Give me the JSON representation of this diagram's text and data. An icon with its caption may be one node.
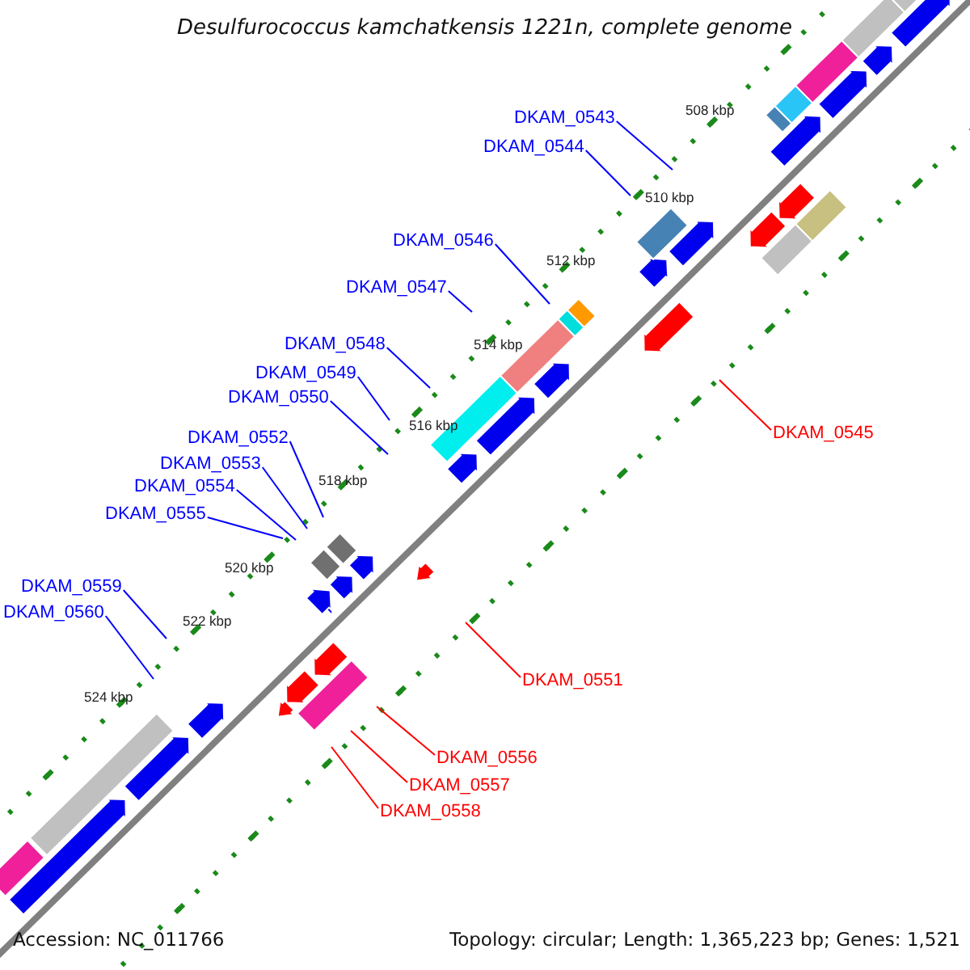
{
  "diagram": {
    "title": "Desulfurococcus kamchatkensis 1221n, complete genome",
    "nodes": [
      {
        "text": [
          "DKAM_0543"
        ]
      },
      {
        "text": [
          "DKAM_0544"
        ]
      },
      {
        "text": [
          "DKAM_0546"
        ]
      },
      {
        "text": [
          "DKAM_0547"
        ]
      },
      {
        "text": [
          "DKAM_0548"
        ]
      },
      {
        "text": [
          "DKAM_0549"
        ]
      },
      {
        "text": [
          "DKAM_0550"
        ]
      },
      {
        "text": [
          "DKAM_0552"
        ]
      },
      {
        "text": [
          "DKAM_0553"
        ]
      },
      {
        "text": [
          "DKAM_0554"
        ]
      },
      {
        "text": [
          "DKAM_0555"
        ]
      },
      {
        "text": [
          "DKAM_0559"
        ]
      },
      {
        "text": [
          "DKAM_0560"
        ]
      },
      {
        "text": [
          "DKAM_0545"
        ]
      },
      {
        "text": [
          "DKAM_0551"
        ]
      },
      {
        "text": [
          "DKAM_0556"
        ]
      },
      {
        "text": [
          "DKAM_0557"
        ]
      },
      {
        "text": [
          "DKAM_0558"
        ]
      }
    ],
    "edges": [
      {
        "from": 0,
        "to": null,
        "arrow": "none"
      },
      {
        "from": 1,
        "to": null,
        "arrow": "none"
      },
      {
        "from": 2,
        "to": null,
        "arrow": "none"
      },
      {
        "from": 3,
        "to": null,
        "arrow": "none"
      },
      {
        "from": 4,
        "to": null,
        "arrow": "none"
      },
      {
        "from": 5,
        "to": null,
        "arrow": "none"
      },
      {
        "from": 6,
        "to": null,
        "arrow": "none"
      },
      {
        "from": 7,
        "to": null,
        "arrow": "none"
      },
      {
        "from": 8,
        "to": null,
        "arrow": "none"
      },
      {
        "from": 9,
        "to": null,
        "arrow": "none"
      },
      {
        "from": 10,
        "to": null,
        "arrow": "none"
      },
      {
        "from": 11,
        "to": null,
        "arrow": "none"
      },
      {
        "from": 12,
        "to": null,
        "arrow": "none"
      },
      {
        "from": 13,
        "to": null,
        "arrow": "none",
        "color": "#ff0000"
      },
      {
        "from": 14,
        "to": null,
        "arrow": "none",
        "color": "#ff0000"
      },
      {
        "from": 15,
        "to": null,
        "arrow": "none",
        "color": "#ff0000"
      },
      {
        "from": 16,
        "to": null,
        "arrow": "none",
        "color": "#ff0000"
      },
      {
        "from": 17,
        "to": null,
        "arrow": "none",
        "color": "#ff0000"
      }
    ],
    "labels": [
      "508 kbp",
      "510 kbp",
      "512 kbp",
      "514 kbp",
      "516 kbp",
      "518 kbp",
      "520 kbp",
      "522 kbp",
      "524 kbp",
      "Accession: NC_011766",
      "Topology: circular; Length: 1,365,223 bp; Genes: 1,521"
    ]
  }
}
